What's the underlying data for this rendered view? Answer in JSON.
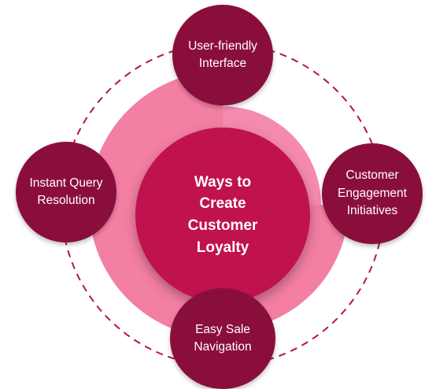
{
  "center": {
    "label_lines": [
      "Ways to",
      "Create",
      "Customer",
      "Loyalty"
    ]
  },
  "nodes": {
    "top": {
      "lines": [
        "User-friendly",
        "Interface"
      ]
    },
    "left": {
      "lines": [
        "Instant Query",
        "Resolution"
      ]
    },
    "right": {
      "lines": [
        "Customer",
        "Engagement",
        "Initiatives"
      ]
    },
    "bottom": {
      "lines": [
        "Easy Sale",
        "Navigation"
      ]
    }
  },
  "colors": {
    "node_fill": "#8a0e3c",
    "center_fill": "#c0124f",
    "ring_fill": "#f37fa3",
    "dashed_ring": "#b3144d"
  }
}
